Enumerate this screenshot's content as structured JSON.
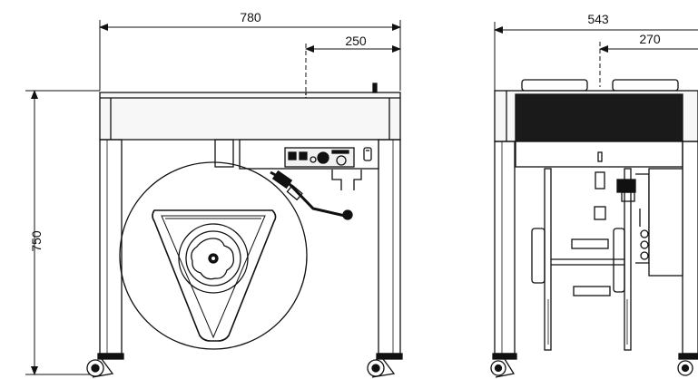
{
  "front_view": {
    "width_dim": "780",
    "offset_dim": "250",
    "height_dim": "750"
  },
  "side_view": {
    "width_dim": "543",
    "offset_dim": "270"
  },
  "colors": {
    "line": "#111111",
    "dark": "#1a1a1a",
    "panel": "#f2f2f2"
  }
}
